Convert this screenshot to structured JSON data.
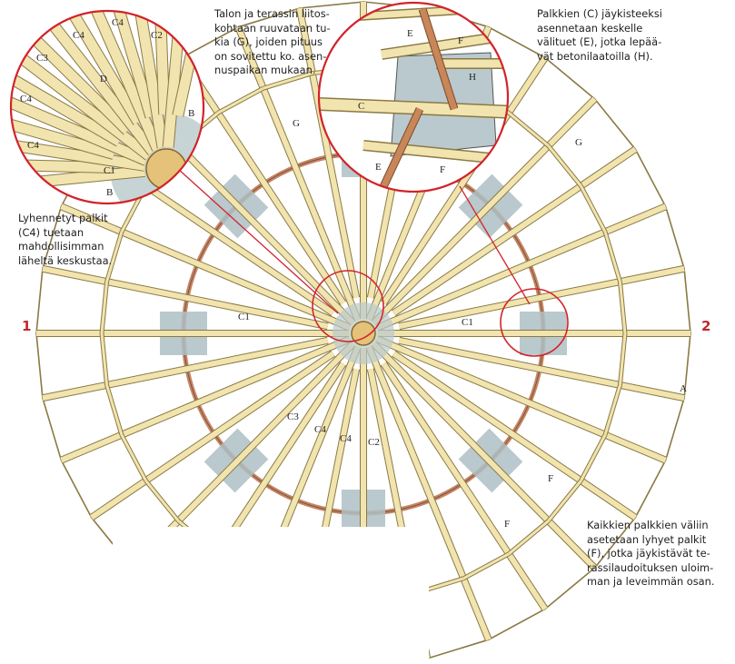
{
  "captions": {
    "top_middle": "Talon ja terassin liitos-\nkohtaan ruuvataan tu-\nkia (G), joiden pituus\non sovitettu ko. asen-\nnuspaikan mukaan.",
    "top_right": "Palkkien (C) jäykisteeksi\nasennetaan keskelle\nvälituet (E), jotka lepää-\nvät betonilaatoilla (H).",
    "left": "Lyhennetyt palkit\n(C4) tuetaan\nmahdollisimman\nläheltä keskustaa.",
    "bottom_right": "Kaikkien palkkien väliin\nasetetaan lyhyet palkit\n(F), jotka jäykistävät te-\nrassilaudoituksen uloim-\nman ja leveimmän osan."
  },
  "axis_numbers": {
    "left": "1",
    "right": "2"
  },
  "labels": {
    "c1": "C1",
    "c2": "C2",
    "c3": "C3",
    "c4": "C4",
    "a": "A",
    "b": "B",
    "c": "C",
    "d": "D",
    "e": "E",
    "f": "F",
    "g": "G",
    "h": "H"
  },
  "colors": {
    "beam_fill": "#f2e4ae",
    "beam_edge": "#8a7a45",
    "ring": "#b8714a",
    "concrete": "#aebfc4",
    "callout": "#d2232a"
  }
}
